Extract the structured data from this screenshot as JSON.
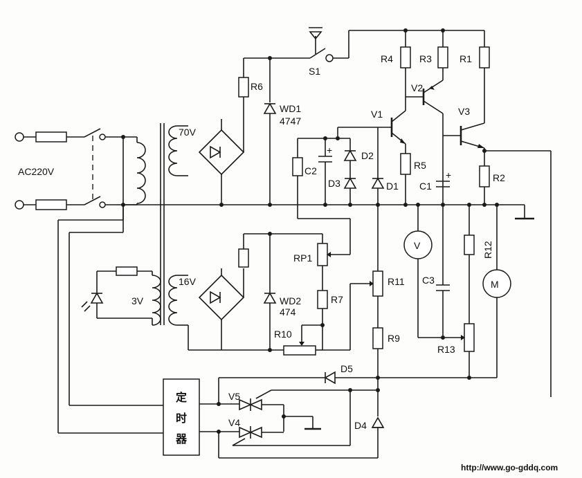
{
  "labels": {
    "ac220v": "AC220V",
    "s1": "S1",
    "r6": "R6",
    "wd1": "WD1",
    "wd1_part": "4747",
    "t70v": "70V",
    "r4": "R4",
    "r3": "R3",
    "r1": "R1",
    "v2": "V2",
    "v1": "V1",
    "v3": "V3",
    "c2": "C2",
    "d2": "D2",
    "d3": "D3",
    "d1": "D1",
    "r5": "R5",
    "c1": "C1",
    "r2": "R2",
    "rp1": "RP1",
    "t16v": "16V",
    "wd2": "WD2",
    "wd2_part": "474",
    "r7": "R7",
    "r10": "R10",
    "r11": "R11",
    "r9": "R9",
    "c3": "C3",
    "r12": "R12",
    "r13": "R13",
    "meter_v": "V",
    "motor_m": "M",
    "t3v": "3V",
    "d5": "D5",
    "v5": "V5",
    "v4": "V4",
    "d4": "D4",
    "timer_1": "定",
    "timer_2": "时",
    "timer_3": "器",
    "watermark": "http://www.go-gddq.com"
  }
}
